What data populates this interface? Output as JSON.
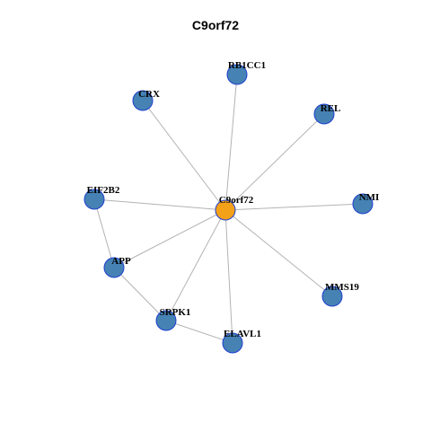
{
  "title": "C9orf72",
  "colors": {
    "hub_fill": "#f4a11a",
    "node_fill": "#4682b4",
    "node_stroke": "#1f3fcf",
    "edge": "#b3b3b3"
  },
  "nodes": [
    {
      "id": "C9orf72",
      "label": "C9orf72",
      "role": "hub"
    },
    {
      "id": "RB1CC1",
      "label": "RB1CC1",
      "role": "neighbor"
    },
    {
      "id": "CRX",
      "label": "CRX",
      "role": "neighbor"
    },
    {
      "id": "REL",
      "label": "REL",
      "role": "neighbor"
    },
    {
      "id": "EIF2B2",
      "label": "EIF2B2",
      "role": "neighbor"
    },
    {
      "id": "NMI",
      "label": "NMI",
      "role": "neighbor"
    },
    {
      "id": "APP",
      "label": "APP",
      "role": "neighbor"
    },
    {
      "id": "MMS19",
      "label": "MMS19",
      "role": "neighbor"
    },
    {
      "id": "SRPK1",
      "label": "SRPK1",
      "role": "neighbor"
    },
    {
      "id": "ELAVL1",
      "label": "ELAVL1",
      "role": "neighbor"
    }
  ],
  "edges": [
    [
      "C9orf72",
      "RB1CC1"
    ],
    [
      "C9orf72",
      "CRX"
    ],
    [
      "C9orf72",
      "REL"
    ],
    [
      "C9orf72",
      "EIF2B2"
    ],
    [
      "C9orf72",
      "NMI"
    ],
    [
      "C9orf72",
      "APP"
    ],
    [
      "C9orf72",
      "MMS19"
    ],
    [
      "C9orf72",
      "SRPK1"
    ],
    [
      "C9orf72",
      "ELAVL1"
    ],
    [
      "EIF2B2",
      "APP"
    ],
    [
      "APP",
      "SRPK1"
    ],
    [
      "SRPK1",
      "ELAVL1"
    ]
  ]
}
